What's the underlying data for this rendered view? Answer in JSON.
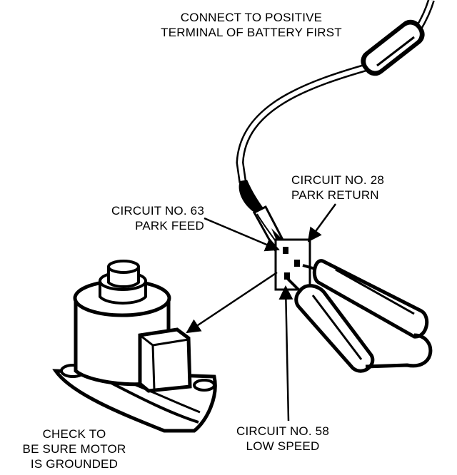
{
  "labels": {
    "battery": {
      "line1": "CONNECT TO POSITIVE",
      "line2": "TERMINAL OF BATTERY FIRST"
    },
    "circuit28": {
      "line1": "CIRCUIT NO. 28",
      "line2": "PARK RETURN"
    },
    "circuit63": {
      "line1": "CIRCUIT NO. 63",
      "line2": "PARK FEED"
    },
    "circuit58": {
      "line1": "CIRCUIT NO. 58",
      "line2": "LOW SPEED"
    },
    "ground": {
      "line1": "CHECK TO",
      "line2": "BE SURE MOTOR",
      "line3": "IS GROUNDED"
    }
  },
  "colors": {
    "ink": "#000000",
    "paper": "#ffffff"
  }
}
